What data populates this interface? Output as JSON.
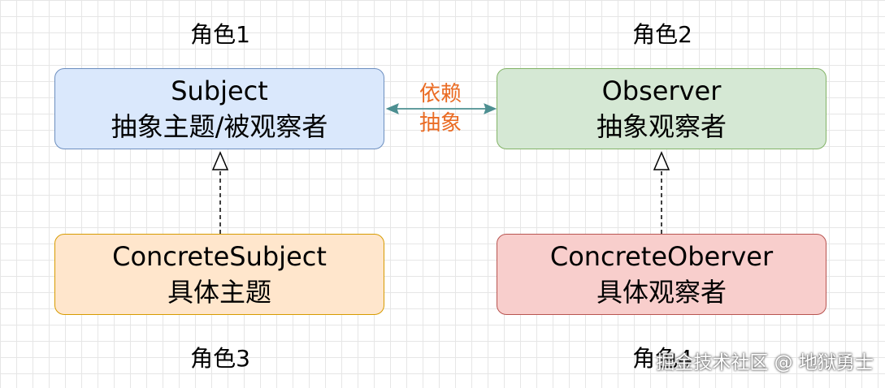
{
  "roles": {
    "role1": "角色1",
    "role2": "角色2",
    "role3": "角色3",
    "role4": "角色4"
  },
  "boxes": {
    "subject": {
      "title": "Subject",
      "subtitle": "抽象主题/被观察者"
    },
    "observer": {
      "title": "Observer",
      "subtitle": "抽象观察者"
    },
    "concrete_subject": {
      "title": "ConcreteSubject",
      "subtitle": "具体主题"
    },
    "concrete_observer": {
      "title": "ConcreteOberver",
      "subtitle": "具体观察者"
    }
  },
  "relation": {
    "line1": "依赖",
    "line2": "抽象"
  },
  "watermark": "掘金技术社区 @ 地狱勇士",
  "colors": {
    "subject_fill": "#dae8fc",
    "subject_stroke": "#6c8ebf",
    "observer_fill": "#d5e8d4",
    "observer_stroke": "#82b366",
    "concrete_subject_fill": "#ffe6cc",
    "concrete_subject_stroke": "#d79b00",
    "concrete_observer_fill": "#f8cecc",
    "concrete_observer_stroke": "#b85450",
    "relation_arrow": "#4d8f91",
    "relation_text": "#ea6b23"
  }
}
